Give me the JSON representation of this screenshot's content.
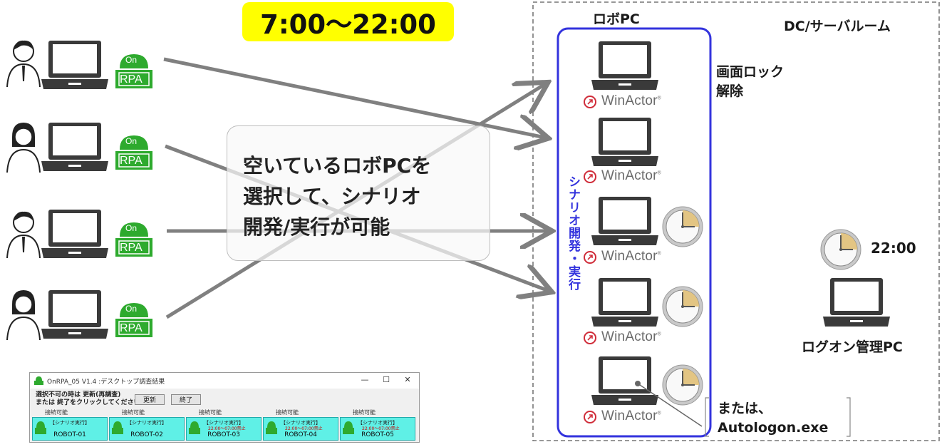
{
  "time_window": "7:00〜22:00",
  "robo_pc_label": "ロボPC",
  "server_room_label": "DC/サーバルーム",
  "unlock_label": "画面ロック\n解除",
  "callout_text": "空いているロボPCを\n選択して、シナリオ\n開発/実行が可能",
  "vertical_label": "シナリオ開発・実行",
  "winactor_brand": "WinActor",
  "logon_time": "22:00",
  "logon_pc_label": "ログオン管理PC",
  "autologon_note": "または、\nAutologon.exe",
  "user_badge": {
    "on": "On",
    "rpa": "RPA"
  },
  "colors": {
    "banner": "#ffff00",
    "robo_border": "#3333dd",
    "badge_green": "#2eaa2e",
    "arrow_gray": "#808080",
    "robot_panel": "#5ff0e6"
  },
  "app_window": {
    "title": "OnRPA_05 V1.4 :デスクトップ調査結果",
    "message_line1": "選択不可の時は 更新(再調査)",
    "message_line2": "または 終了をクリックしてください。",
    "refresh_label": "更新",
    "exit_label": "終了",
    "robots": [
      {
        "status": "接続可能",
        "run": "【シナリオ実行】",
        "note": "",
        "name": "ROBOT-01"
      },
      {
        "status": "接続可能",
        "run": "【シナリオ実行】",
        "note": "",
        "name": "ROBOT-02"
      },
      {
        "status": "接続可能",
        "run": "【シナリオ実行】",
        "note": "22:00〜07:00禁止",
        "name": "ROBOT-03"
      },
      {
        "status": "接続可能",
        "run": "【シナリオ実行】",
        "note": "22:00〜07:00禁止",
        "name": "ROBOT-04"
      },
      {
        "status": "接続可能",
        "run": "【シナリオ実行】",
        "note": "22:00〜07:00禁止",
        "name": "ROBOT-05"
      }
    ]
  }
}
